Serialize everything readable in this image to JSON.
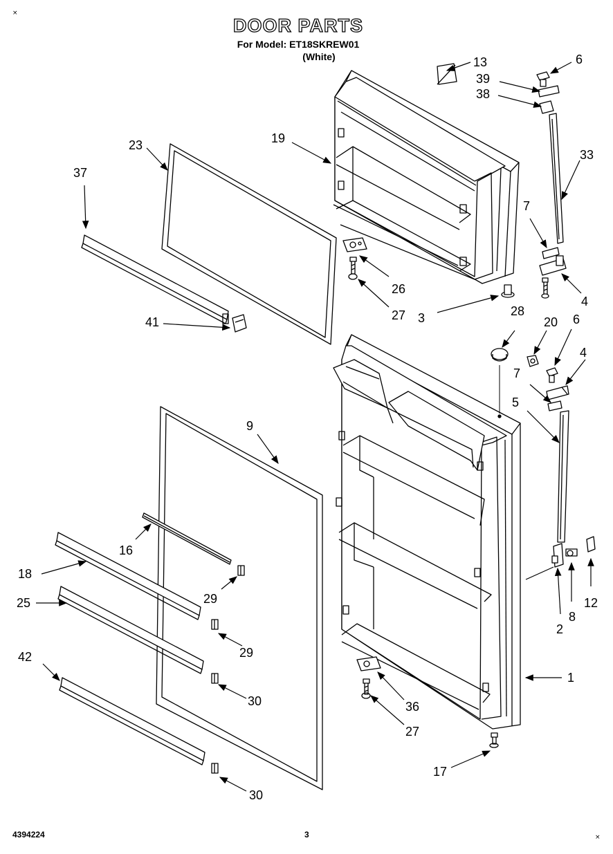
{
  "header": {
    "title": "DOOR PARTS",
    "model_line": "For Model: ET18SKREW01",
    "color_line": "(White)"
  },
  "footer": {
    "doc_number": "4394224",
    "page_number": "3"
  },
  "corner_marks": [
    "×",
    "×"
  ],
  "callouts": [
    "13",
    "6",
    "39",
    "38",
    "33",
    "19",
    "23",
    "37",
    "7",
    "4",
    "26",
    "27",
    "3",
    "28",
    "20",
    "6",
    "41",
    "4",
    "7",
    "5",
    "9",
    "16",
    "18",
    "29",
    "12",
    "8",
    "2",
    "25",
    "29",
    "42",
    "30",
    "1",
    "36",
    "27",
    "30",
    "17"
  ]
}
